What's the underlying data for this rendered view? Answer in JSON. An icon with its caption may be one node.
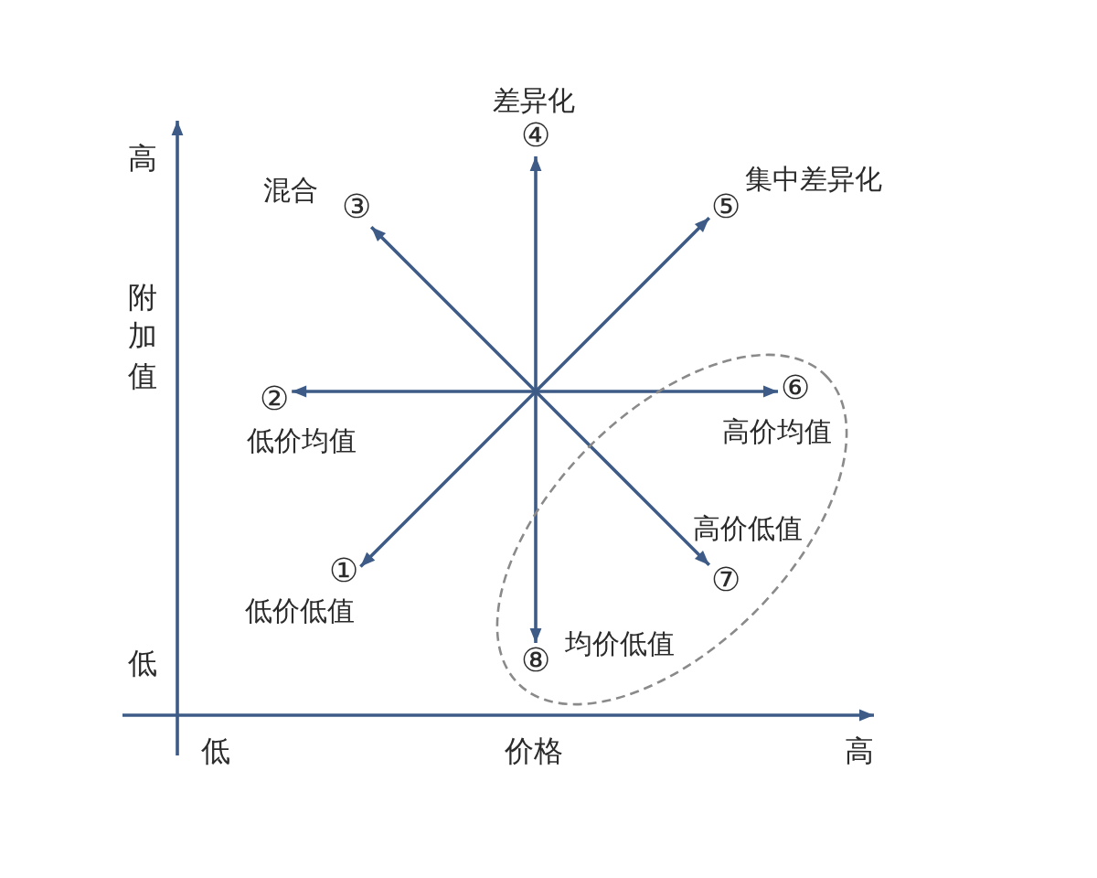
{
  "diagram": {
    "nodes": [
      {
        "text": [
          "①"
        ],
        "beside": [
          "低价低值"
        ]
      },
      {
        "text": [
          "②"
        ],
        "beside": [
          "低价均值"
        ]
      },
      {
        "text": [
          "③"
        ],
        "beside": [
          "混合"
        ]
      },
      {
        "text": [
          "④"
        ],
        "beside": [
          "差异化"
        ]
      },
      {
        "text": [
          "⑤"
        ],
        "beside": [
          "集中差异化"
        ]
      },
      {
        "text": [],
        "shape": "ellipse"
      },
      {
        "text": [
          "⑥"
        ],
        "beside": [
          "高价均值"
        ],
        "in": 5
      },
      {
        "text": [
          "⑦"
        ],
        "beside": [
          "高价低值"
        ],
        "in": 5
      },
      {
        "text": [
          "⑧"
        ],
        "beside": [
          "均价低值"
        ],
        "in": 5
      }
    ],
    "edges": [
      {
        "from": null,
        "to": 0,
        "arrow": "to"
      },
      {
        "from": null,
        "to": 1,
        "arrow": "to"
      },
      {
        "from": null,
        "to": 2,
        "arrow": "to"
      },
      {
        "from": null,
        "to": 3,
        "arrow": "to"
      },
      {
        "from": null,
        "to": 4,
        "arrow": "to"
      },
      {
        "from": null,
        "to": 6,
        "arrow": "to"
      },
      {
        "from": null,
        "to": 7,
        "arrow": "to"
      },
      {
        "from": null,
        "to": 8,
        "arrow": "to"
      }
    ],
    "labels": [
      "高",
      "附加值",
      "低",
      "低",
      "价格",
      "高"
    ]
  }
}
